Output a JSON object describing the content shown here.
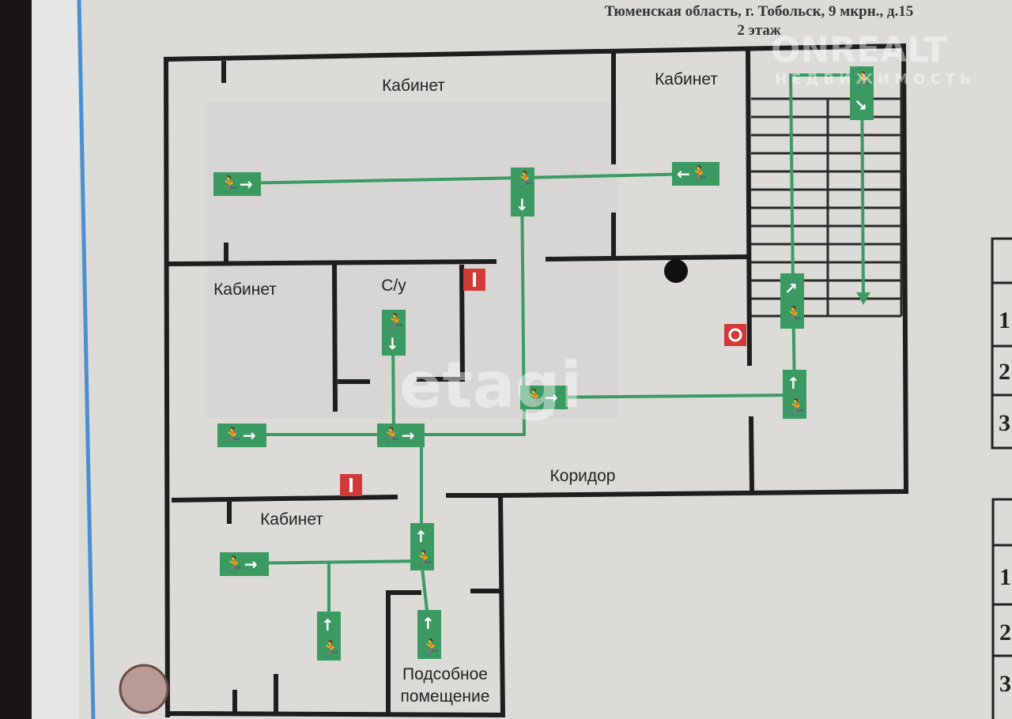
{
  "header": {
    "address": "Тюменская область, г. Тобольск, 9 мкрн., д.15",
    "floor": "2 этаж"
  },
  "rooms": {
    "office_top": "Кабинет",
    "office_top_right": "Кабинет",
    "office_left": "Кабинет",
    "wc": "С/у",
    "corridor": "Коридор",
    "office_bottom": "Кабинет",
    "utility_line1": "Подсобное",
    "utility_line2": "помещение"
  },
  "legend_table_1": {
    "rows": [
      "1",
      "2",
      "3"
    ]
  },
  "legend_table_2": {
    "rows": [
      "1",
      "2",
      "3"
    ]
  },
  "watermarks": {
    "brand": "ONREALT",
    "brand_sub": "НЕДВИЖИМОСТЬ",
    "etagi": "etagi"
  },
  "colors": {
    "exit_green": "#3b9a62",
    "fire_red": "#d23a3a",
    "frame_blue": "#4a8fd0"
  }
}
